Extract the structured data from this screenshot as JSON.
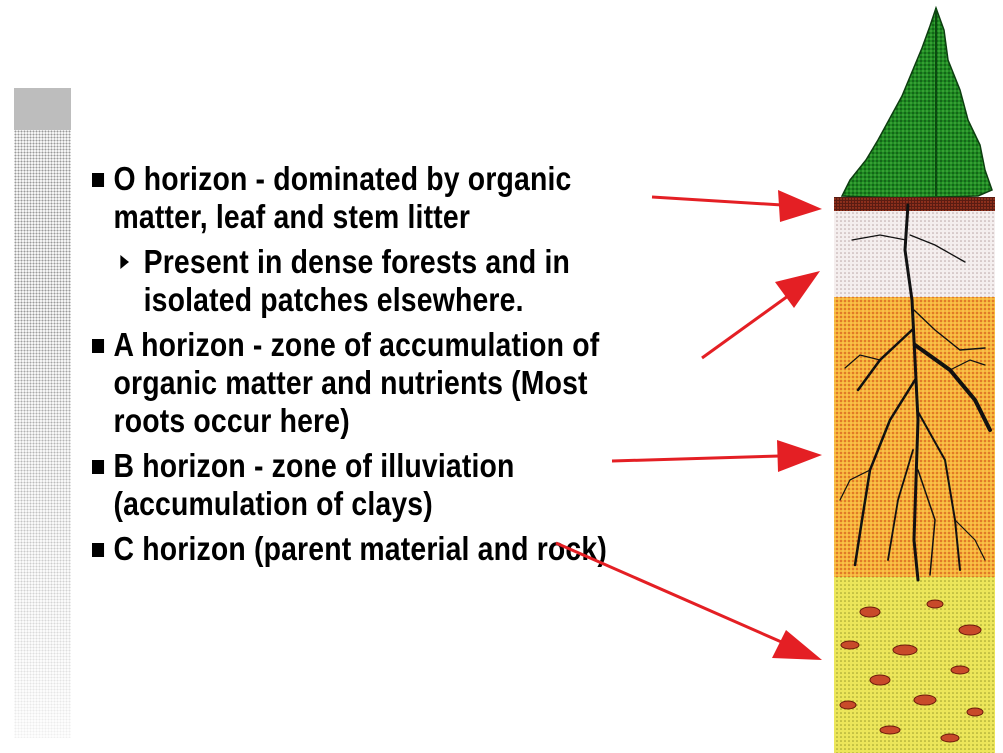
{
  "bullets": [
    {
      "text": "O horizon - dominated by organic matter, leaf and stem litter",
      "sub": "Present in dense forests and in isolated patches elsewhere."
    },
    {
      "text": "A horizon - zone of accumulation of organic matter and nutrients (Most roots occur here)"
    },
    {
      "text": "B horizon - zone of illuviation (accumulation of clays)"
    },
    {
      "text": "C horizon (parent material and rock)"
    }
  ],
  "colors": {
    "arrow": "#e41f24",
    "tree": "#1f8a22",
    "o_horizon": "#6b2a1a",
    "a_horizon": "#e9dede",
    "b_horizon": "#f2a424",
    "c_horizon": "#e6e04a",
    "roots": "#111111"
  },
  "icons": [
    "square-bullet-icon",
    "triangle-bullet-icon",
    "tree-icon",
    "arrow-icon"
  ]
}
